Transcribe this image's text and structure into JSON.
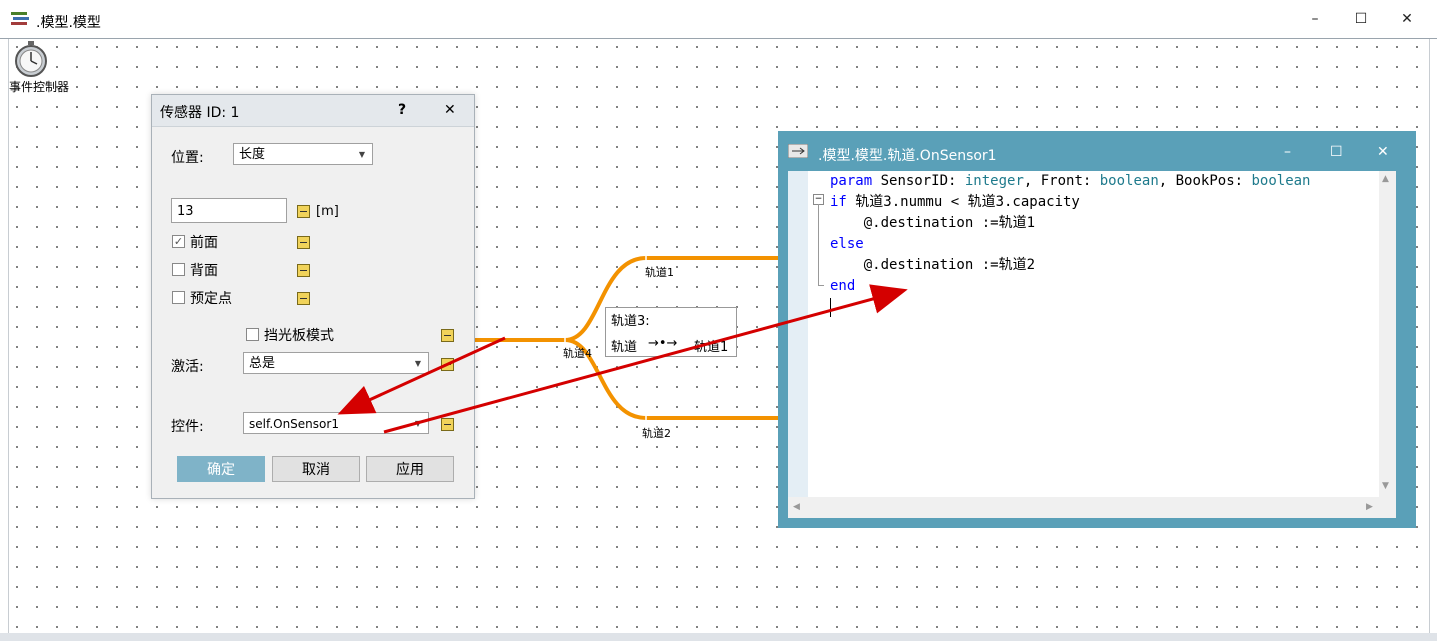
{
  "main_window": {
    "title": ".模型.模型",
    "minimize": "–",
    "maximize": "☐",
    "close": "✕"
  },
  "canvas": {
    "event_controller_label": "事件控制器",
    "track_labels": [
      "轨道1",
      "轨道2",
      "轨道4"
    ],
    "tooltip": {
      "title": "轨道3:",
      "left": "轨道",
      "arrow": "→•→",
      "right": "轨道1"
    }
  },
  "sensor_dialog": {
    "title": "传感器 ID: 1",
    "help": "?",
    "close": "✕",
    "position_label": "位置:",
    "position_value": "长度",
    "length_value": "13",
    "unit": "[m]",
    "front_label": "前面",
    "front_checked": true,
    "back_label": "背面",
    "back_checked": false,
    "booking_label": "预定点",
    "booking_checked": false,
    "light_barrier_label": "挡光板模式",
    "light_barrier_checked": false,
    "activation_label": "激活:",
    "activation_value": "总是",
    "control_label": "控件:",
    "control_value": "self.OnSensor1",
    "ok": "确定",
    "cancel": "取消",
    "apply": "应用"
  },
  "editor": {
    "title": ".模型.模型.轨道.OnSensor1",
    "minimize": "–",
    "maximize": "☐",
    "close": "✕",
    "lines": [
      {
        "kw": "param",
        "text": " SensorID: ",
        "t1": "integer",
        "t2": ", Front: ",
        "t3": "boolean",
        "t4": ", BookPos: ",
        "t5": "boolean"
      },
      {
        "kw": "if",
        "text": " 轨道3.nummu < 轨道3.capacity"
      },
      {
        "text": "    @.destination :=轨道1"
      },
      {
        "kw": "else"
      },
      {
        "text": "    @.destination :=轨道2"
      },
      {
        "kw": "end"
      }
    ]
  },
  "colors": {
    "accent": "#5aa0b8",
    "track": "#f39200",
    "arrow": "#d40000"
  }
}
